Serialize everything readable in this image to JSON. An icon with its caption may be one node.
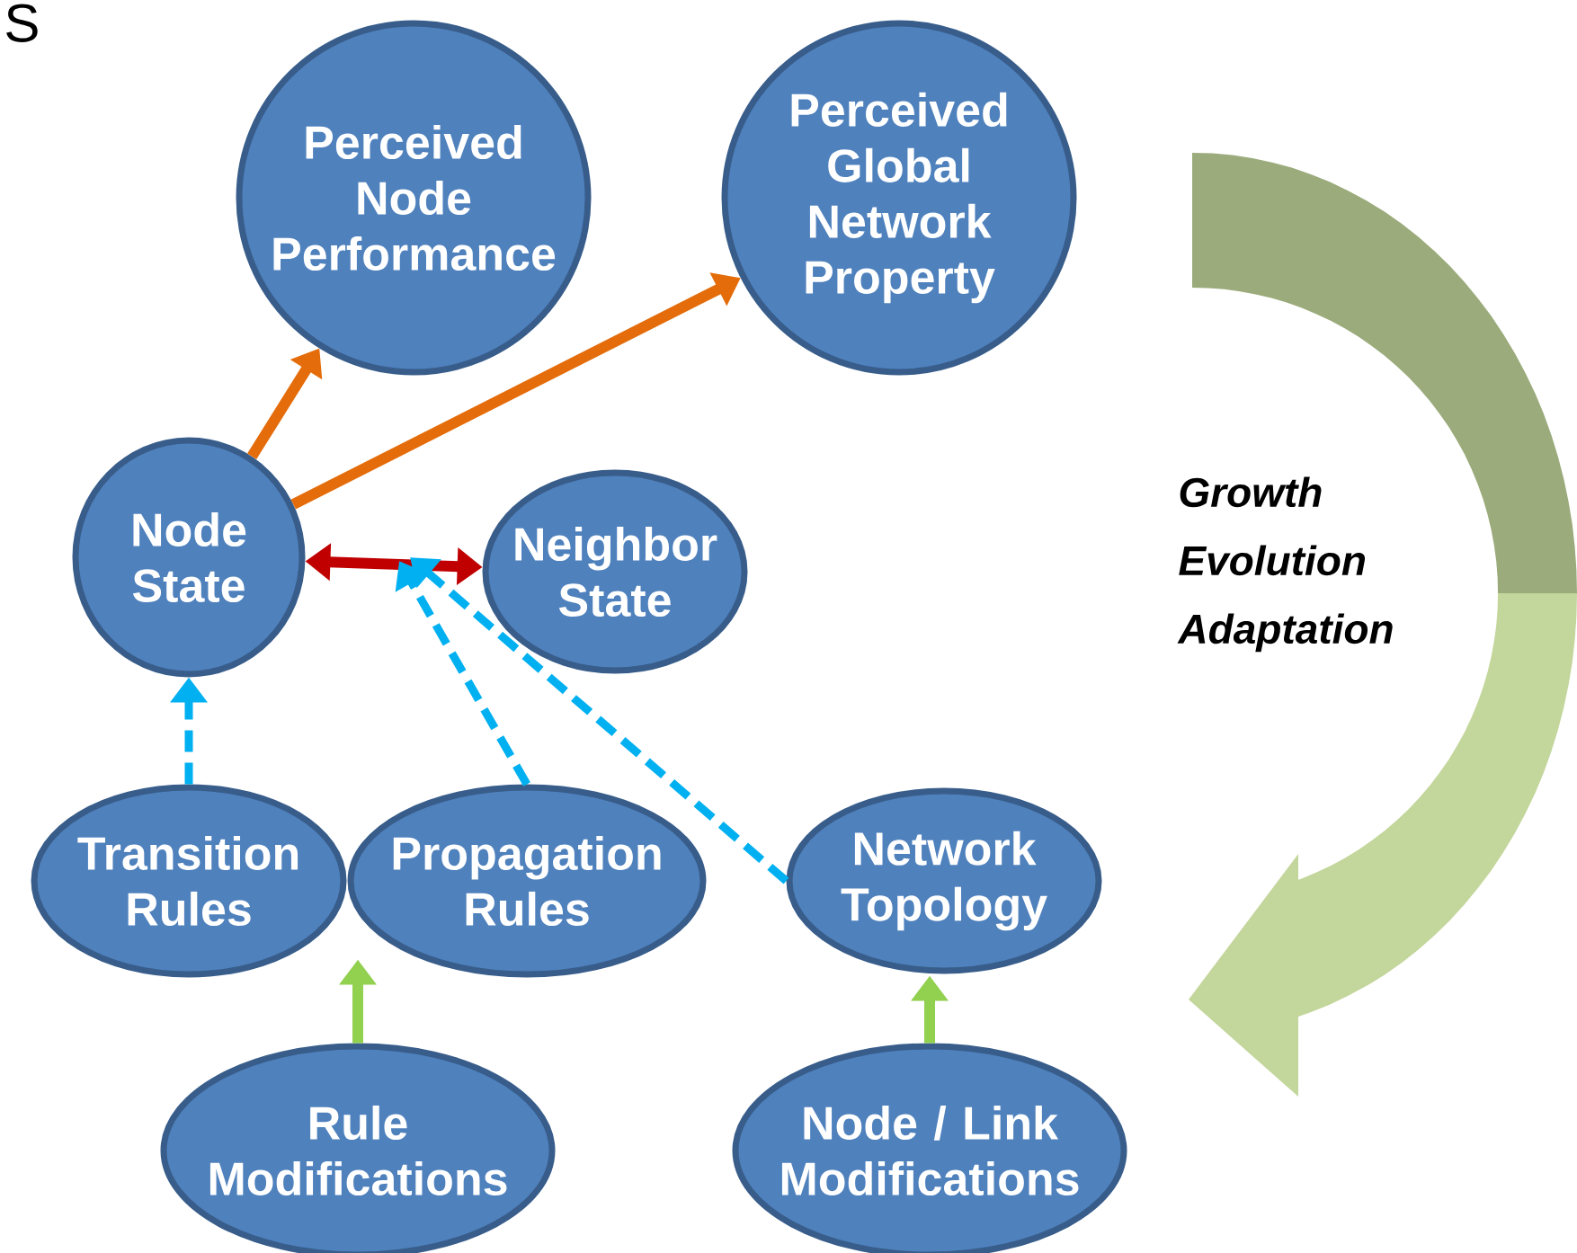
{
  "diagram": {
    "nodes": [
      {
        "text": [
          "Perceived Node Performance"
        ]
      },
      {
        "text": [
          "Perceived Global Network Property"
        ]
      },
      {
        "text": [
          "Node State"
        ]
      },
      {
        "text": [
          "Neighbor State"
        ]
      },
      {
        "text": [
          "Transition Rules"
        ]
      },
      {
        "text": [
          "Propagation Rules"
        ]
      },
      {
        "text": [
          "Network Topology"
        ]
      },
      {
        "text": [
          "Rule Modifications"
        ]
      },
      {
        "text": [
          "Node / Link Modifications"
        ]
      }
    ],
    "edges": [
      {
        "from": 2,
        "to": 0,
        "arrow": "to",
        "color": "#e46c0a"
      },
      {
        "from": 2,
        "to": 1,
        "arrow": "to",
        "color": "#e46c0a"
      },
      {
        "from": 2,
        "to": 3,
        "arrow": "both",
        "color": "#c00000"
      },
      {
        "from": 4,
        "to": 2,
        "arrow": "to",
        "style": "dashed",
        "color": "#00b0f0"
      },
      {
        "from": 5,
        "to": null,
        "arrow": "to",
        "style": "dashed",
        "color": "#00b0f0"
      },
      {
        "from": 6,
        "to": null,
        "arrow": "to",
        "style": "dashed",
        "color": "#00b0f0"
      },
      {
        "from": 7,
        "to": 5,
        "arrow": "to",
        "color": "#92d050"
      },
      {
        "from": 8,
        "to": 6,
        "arrow": "to",
        "color": "#92d050"
      }
    ],
    "labels": [
      "S",
      "Growth Evolution Adaptation"
    ]
  }
}
